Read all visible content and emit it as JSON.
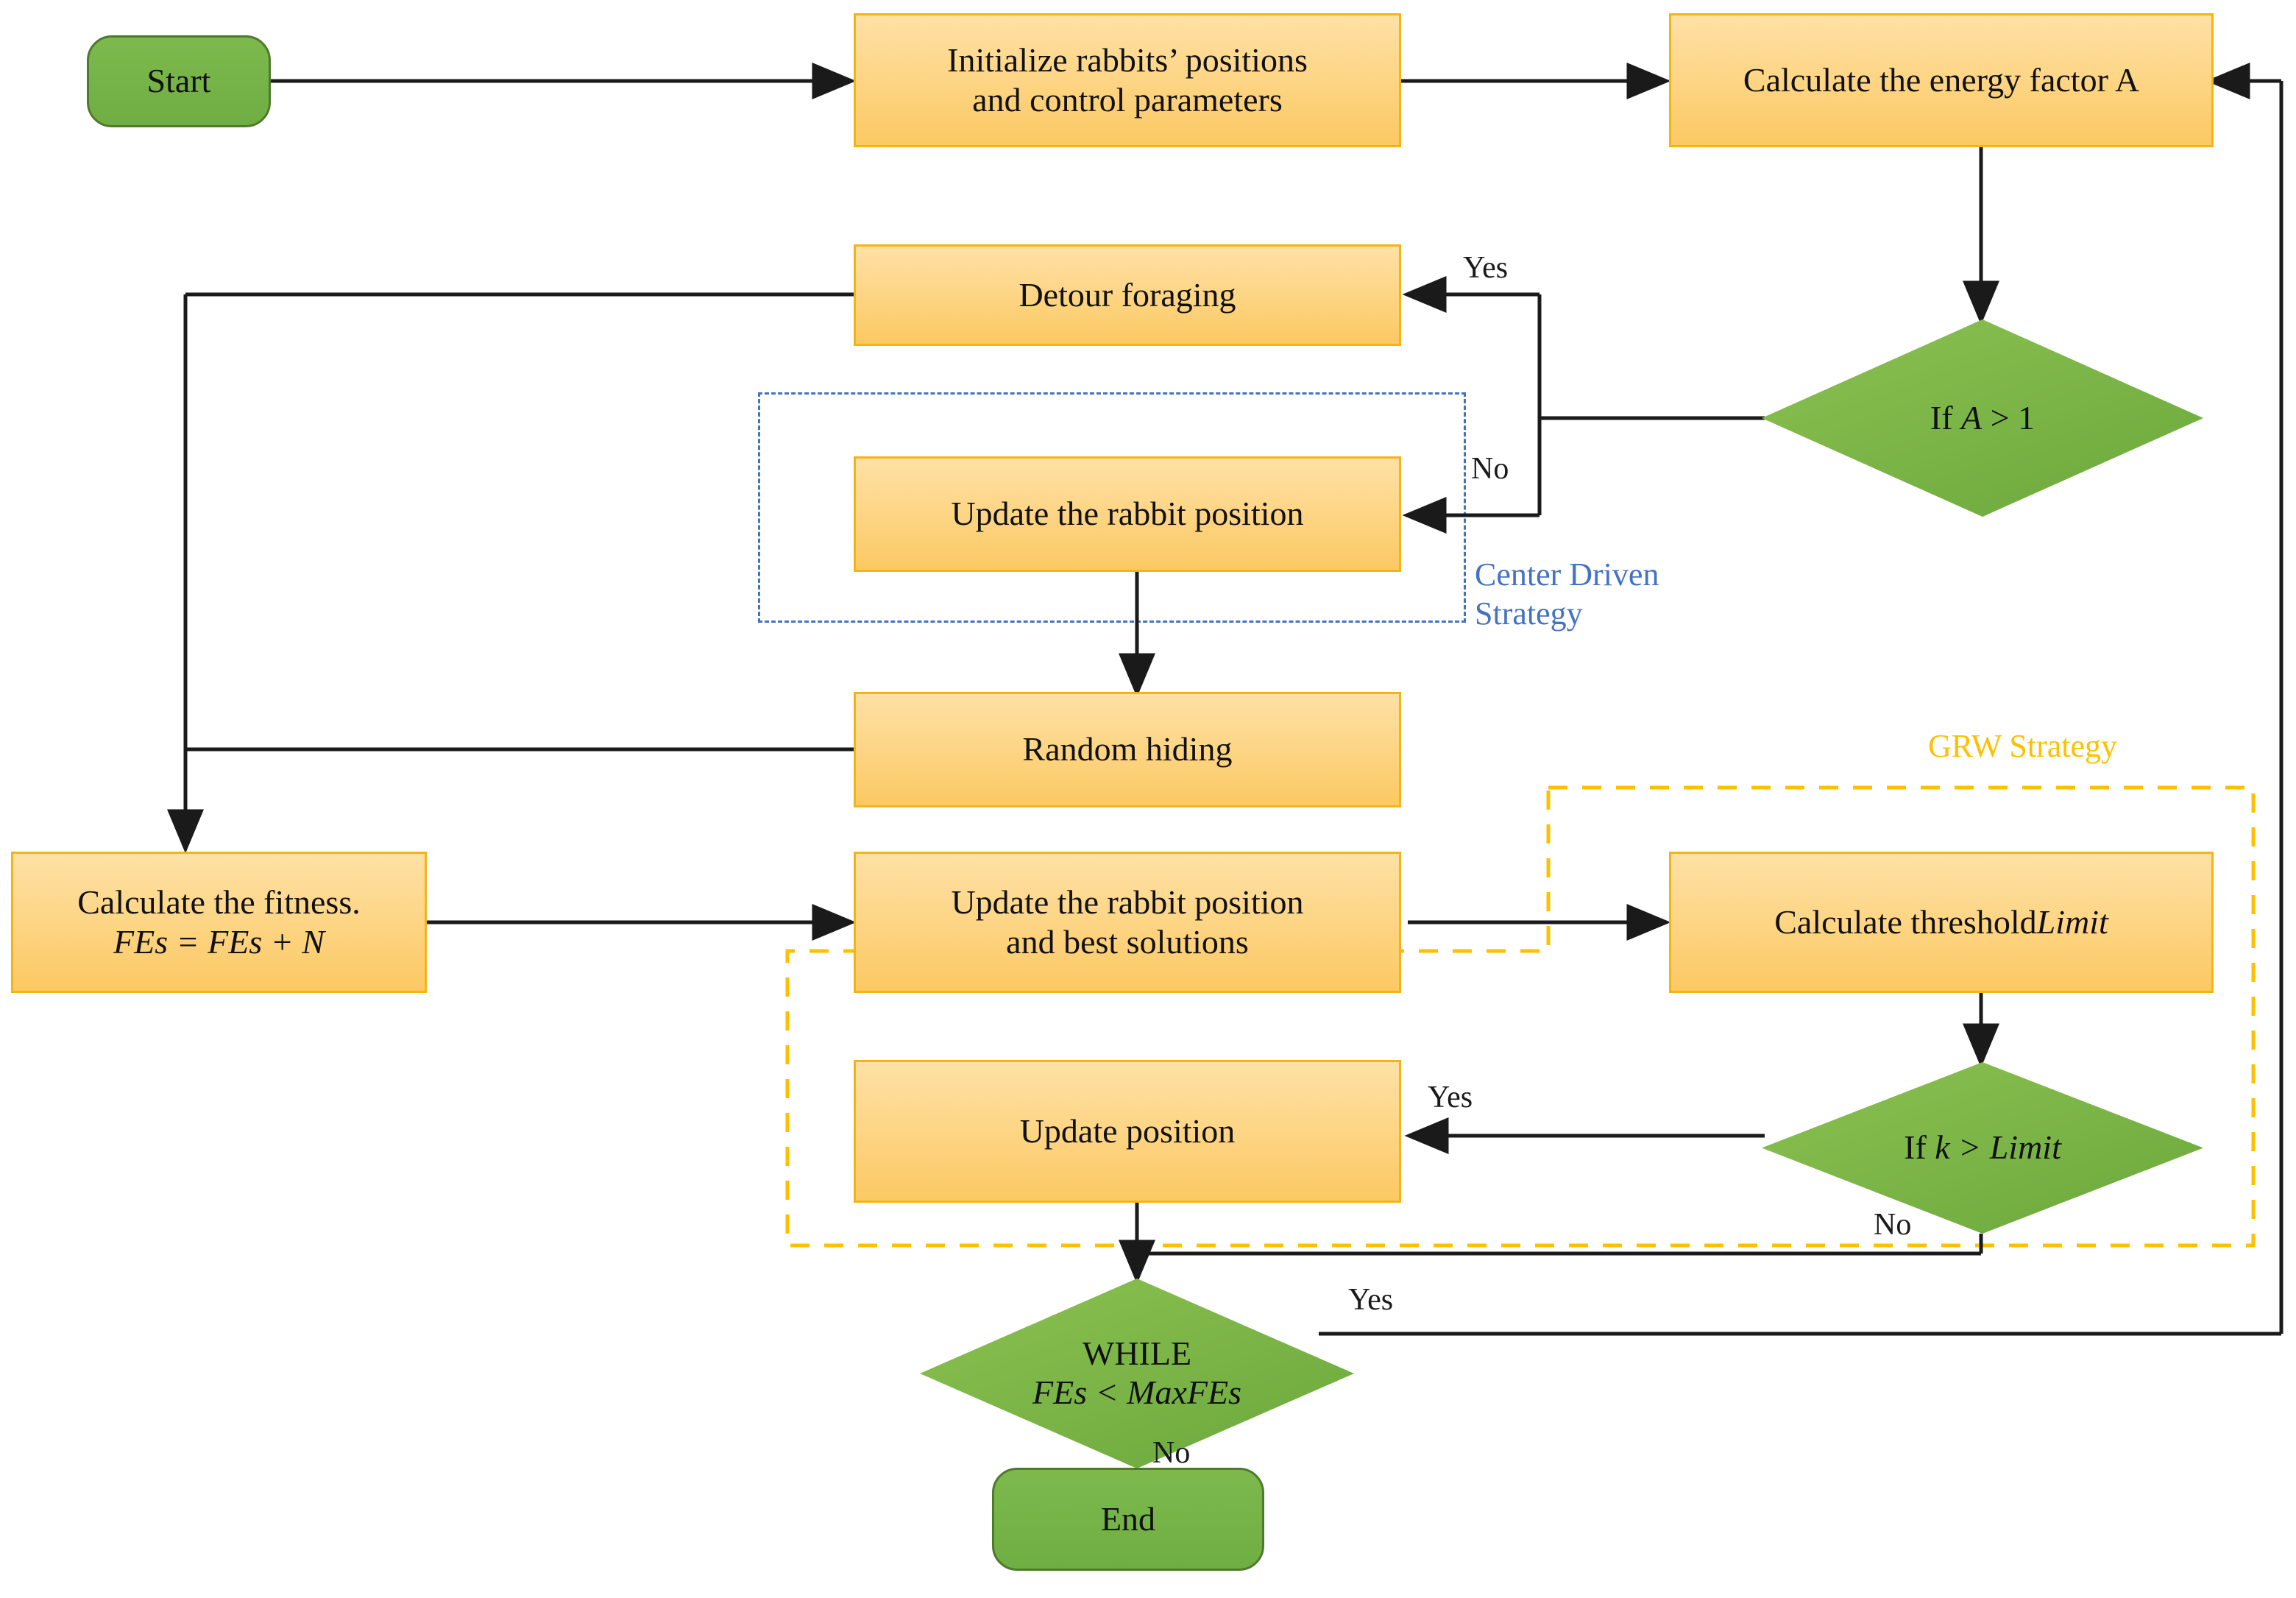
{
  "diagram": {
    "title": "Algorithm flowchart",
    "colors": {
      "process_fill": "#FCC963",
      "process_border": "#F5B416",
      "terminator_fill": "#6FAE43",
      "decision_fill": "#7DB94D",
      "edge": "#1a1a1a",
      "center_driven_accent": "#4472C4",
      "grw_accent": "#FFC000"
    },
    "nodes": [
      {
        "id": "start",
        "type": "terminator",
        "label": "Start"
      },
      {
        "id": "init",
        "type": "process",
        "label_line1": "Initialize  rabbits’ positions",
        "label_line2": "and control parameters"
      },
      {
        "id": "energy",
        "type": "process",
        "label": "Calculate the energy factor A"
      },
      {
        "id": "ifA",
        "type": "decision",
        "label_plain": "If ",
        "label_italic": "A",
        "label_tail": " > 1"
      },
      {
        "id": "detour",
        "type": "process",
        "label": "Detour foraging"
      },
      {
        "id": "updaterabbit",
        "type": "process",
        "label": "Update the rabbit position"
      },
      {
        "id": "randomhide",
        "type": "process",
        "label": "Random hiding"
      },
      {
        "id": "fitness",
        "type": "process",
        "label_line1": "Calculate the fitness.",
        "label_line2": "FEs = FEs + N"
      },
      {
        "id": "updatebest",
        "type": "process",
        "label_line1": "Update the rabbit position",
        "label_line2": "and best solutions"
      },
      {
        "id": "threshold",
        "type": "process",
        "label_plain": "Calculate threshold ",
        "label_italic": "Limit"
      },
      {
        "id": "ifk",
        "type": "decision",
        "label_plain": "If ",
        "label_italic": "k > Limit"
      },
      {
        "id": "updatepos",
        "type": "process",
        "label": "Update position"
      },
      {
        "id": "while",
        "type": "decision",
        "label_line1": "WHILE",
        "label_line2": "FEs < MaxFEs"
      },
      {
        "id": "end",
        "type": "terminator",
        "label": "End"
      }
    ],
    "edge_labels": {
      "ifA_yes": "Yes",
      "ifA_no": "No",
      "ifk_yes": "Yes",
      "ifk_no": "No",
      "while_yes": "Yes",
      "while_no": "No"
    },
    "annotations": [
      {
        "id": "center-driven",
        "text_line1": "Center Driven",
        "text_line2": "Strategy",
        "color": "#4472C4"
      },
      {
        "id": "grw",
        "text": "GRW Strategy",
        "color": "#FFC000"
      }
    ]
  }
}
